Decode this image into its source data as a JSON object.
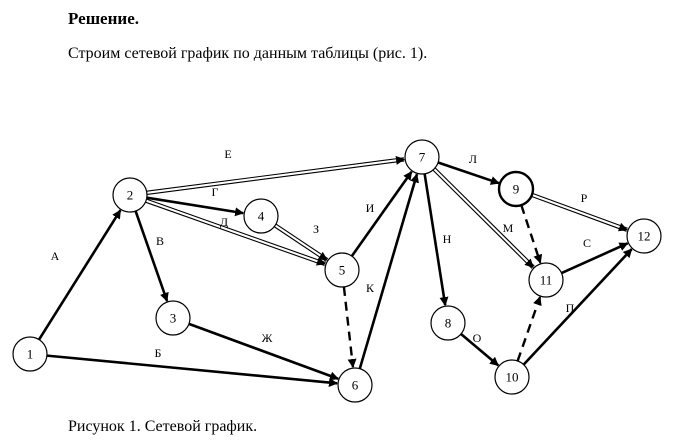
{
  "heading": "Решение.",
  "paragraph": "Строим сетевой график по данным таблицы (рис. 1).",
  "caption": "Рисунок 1. Сетевой график.",
  "nodes": [
    {
      "id": "1",
      "label": "1"
    },
    {
      "id": "2",
      "label": "2"
    },
    {
      "id": "3",
      "label": "3"
    },
    {
      "id": "4",
      "label": "4"
    },
    {
      "id": "5",
      "label": "5"
    },
    {
      "id": "6",
      "label": "6"
    },
    {
      "id": "7",
      "label": "7"
    },
    {
      "id": "8",
      "label": "8"
    },
    {
      "id": "9",
      "label": "9"
    },
    {
      "id": "10",
      "label": "10"
    },
    {
      "id": "11",
      "label": "11"
    },
    {
      "id": "12",
      "label": "12"
    }
  ],
  "edges": [
    {
      "from": "1",
      "to": "2",
      "label": "А",
      "style": "thick"
    },
    {
      "from": "1",
      "to": "6",
      "label": "Б",
      "style": "thick"
    },
    {
      "from": "2",
      "to": "3",
      "label": "В",
      "style": "thick"
    },
    {
      "from": "2",
      "to": "4",
      "label": "Г",
      "style": "thick"
    },
    {
      "from": "2",
      "to": "5",
      "label": "Д",
      "style": "double"
    },
    {
      "from": "2",
      "to": "7",
      "label": "Е",
      "style": "double"
    },
    {
      "from": "3",
      "to": "6",
      "label": "Ж",
      "style": "thick"
    },
    {
      "from": "4",
      "to": "5",
      "label": "З",
      "style": "double"
    },
    {
      "from": "5",
      "to": "7",
      "label": "И",
      "style": "thick"
    },
    {
      "from": "6",
      "to": "7",
      "label": "К",
      "style": "thick"
    },
    {
      "from": "5",
      "to": "6",
      "label": "",
      "style": "dashed"
    },
    {
      "from": "7",
      "to": "9",
      "label": "Л",
      "style": "thick"
    },
    {
      "from": "7",
      "to": "11",
      "label": "М",
      "style": "double"
    },
    {
      "from": "7",
      "to": "8",
      "label": "Н",
      "style": "thick"
    },
    {
      "from": "8",
      "to": "10",
      "label": "О",
      "style": "thick"
    },
    {
      "from": "10",
      "to": "12",
      "label": "П",
      "style": "thick"
    },
    {
      "from": "9",
      "to": "12",
      "label": "Р",
      "style": "double"
    },
    {
      "from": "11",
      "to": "12",
      "label": "С",
      "style": "thick"
    },
    {
      "from": "9",
      "to": "11",
      "label": "",
      "style": "dashed"
    },
    {
      "from": "10",
      "to": "11",
      "label": "",
      "style": "dashed"
    }
  ]
}
